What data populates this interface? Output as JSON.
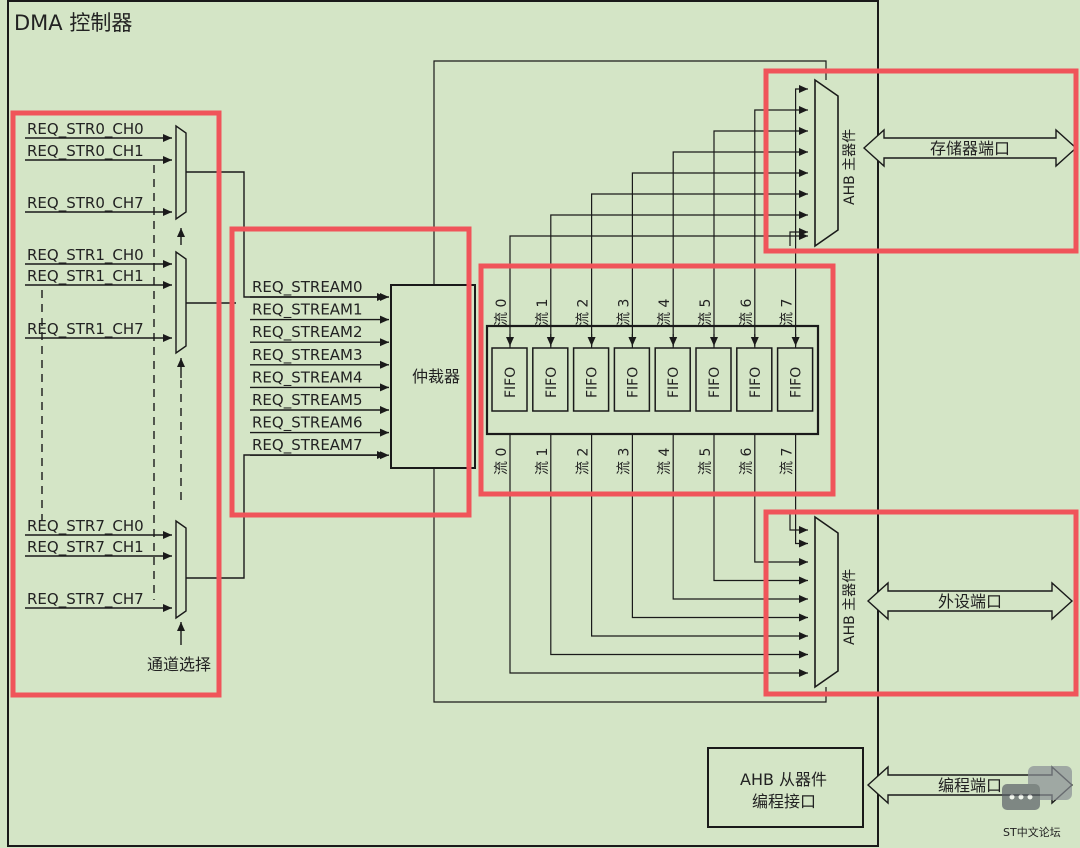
{
  "title": "DMA 控制器",
  "ch_groups": [
    {
      "ch0": "REQ_STR0_CH0",
      "ch1": "REQ_STR0_CH1",
      "ch7": "REQ_STR0_CH7"
    },
    {
      "ch0": "REQ_STR1_CH0",
      "ch1": "REQ_STR1_CH1",
      "ch7": "REQ_STR1_CH7"
    },
    {
      "ch0": "REQ_STR7_CH0",
      "ch1": "REQ_STR7_CH1",
      "ch7": "REQ_STR7_CH7"
    }
  ],
  "channel_select": "通道选择",
  "streams": [
    "REQ_STREAM0",
    "REQ_STREAM1",
    "REQ_STREAM2",
    "REQ_STREAM3",
    "REQ_STREAM4",
    "REQ_STREAM5",
    "REQ_STREAM6",
    "REQ_STREAM7"
  ],
  "arbiter": "仲裁器",
  "fifo_label": "FIFO",
  "stream_labels": [
    "流 0",
    "流 1",
    "流 2",
    "流 3",
    "流 4",
    "流 5",
    "流 6",
    "流 7"
  ],
  "ahb_master": "AHB 主器件",
  "memory_port": "存储器端口",
  "peripheral_port": "外设端口",
  "ahb_slave_line1": "AHB 从器件",
  "ahb_slave_line2": "编程接口",
  "program_port": "编程端口",
  "watermark": "ST中文论坛",
  "colors": {
    "background": "#d4e5c6",
    "highlight": "#f0545a",
    "line": "#1a1a1a"
  }
}
